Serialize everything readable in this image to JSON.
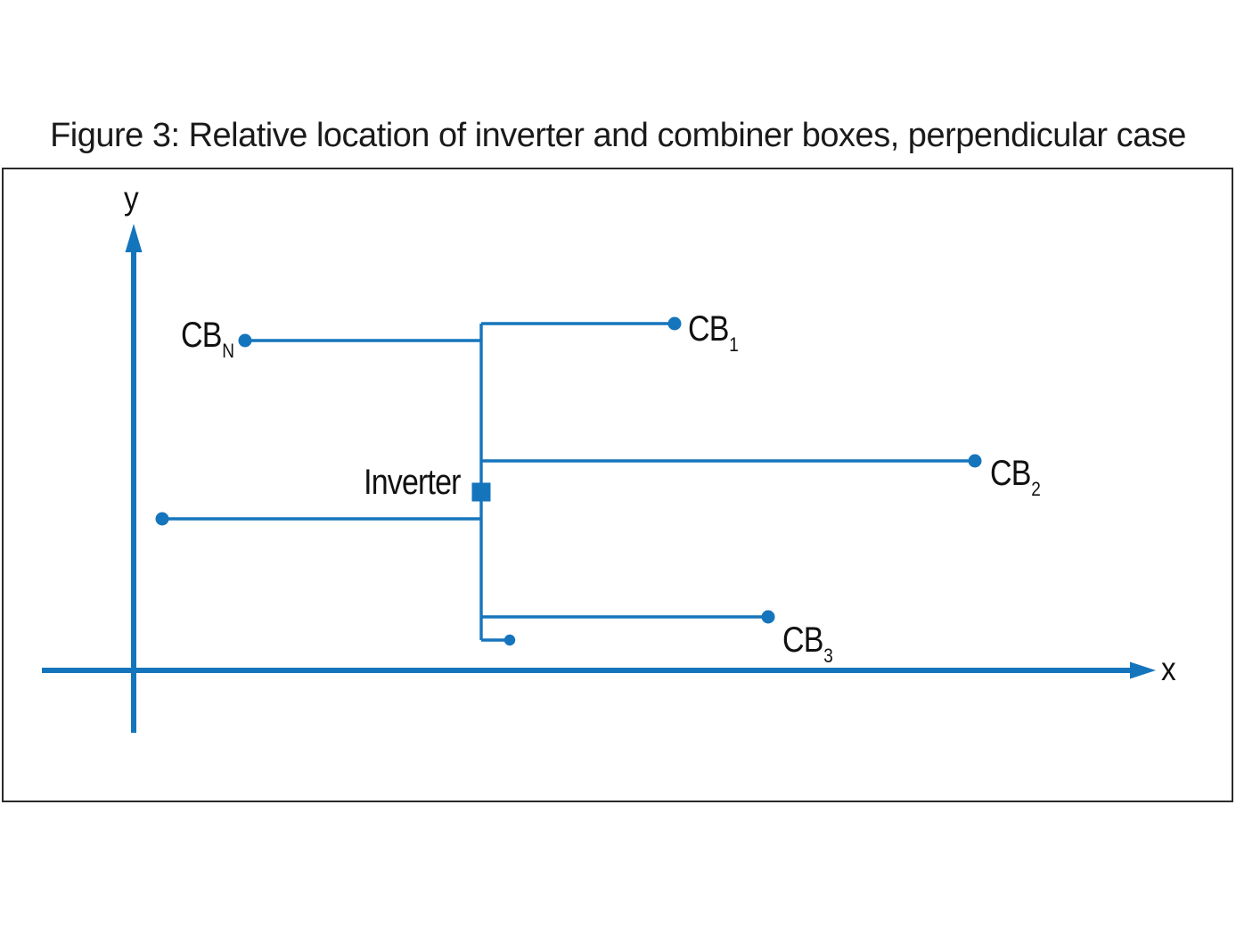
{
  "figure": {
    "title": "Figure 3: Relative location of inverter and combiner boxes, perpendicular case",
    "type": "schematic-diagram",
    "description_visible_elements": "x-y axes with arrowheads, vertical trunk from inverter, horizontal branch lines ending in dots at combiner boxes"
  },
  "axes": {
    "x_label": "x",
    "y_label": "y"
  },
  "nodes": {
    "inverter": {
      "label": "Inverter"
    },
    "cb1": {
      "base": "CB",
      "sub": "1"
    },
    "cb2": {
      "base": "CB",
      "sub": "2"
    },
    "cb3": {
      "base": "CB",
      "sub": "3"
    },
    "cbn": {
      "base": "CB",
      "sub": "N"
    }
  },
  "colors": {
    "diagram_blue": "#1575BC",
    "text": "#1a1a1a",
    "frame_border": "#2a2a2a",
    "background": "#ffffff"
  }
}
